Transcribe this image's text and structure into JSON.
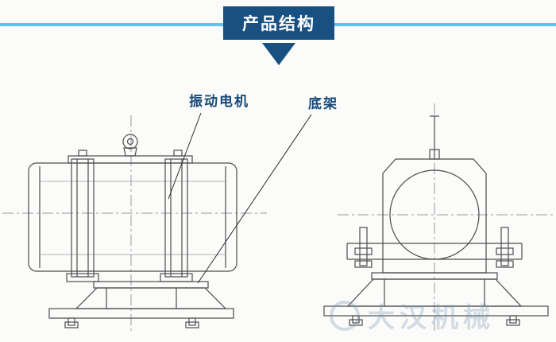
{
  "header": {
    "title": "产品结构"
  },
  "annotations": {
    "motor_label": "振动电机",
    "base_label": "底架"
  },
  "watermark": {
    "text": "大汉机械"
  },
  "colors": {
    "banner_blue": "#175081",
    "accent_light_blue": "#62c4e8",
    "label_text_blue": "#17497a",
    "drawing_line": "#4d4d4d"
  },
  "diagram": {
    "views": [
      "side-view",
      "front-view"
    ]
  }
}
